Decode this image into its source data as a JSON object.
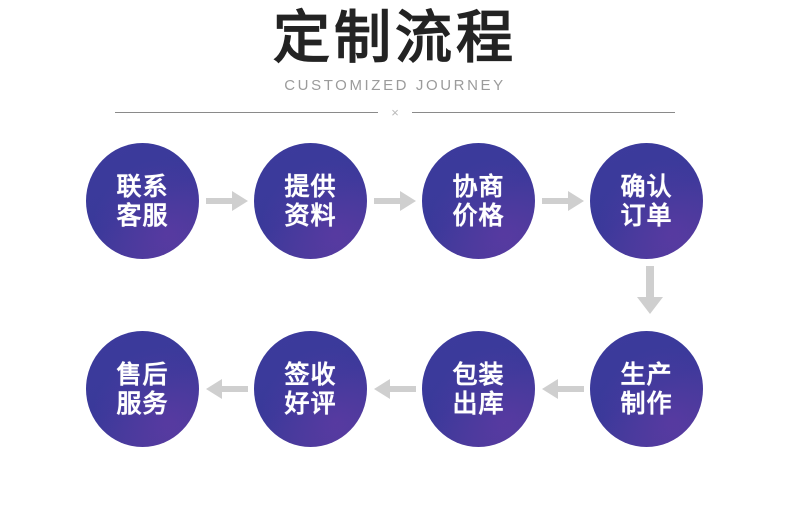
{
  "header": {
    "title": "定制流程",
    "subtitle": "CUSTOMIZED JOURNEY",
    "divider_mark": "×"
  },
  "colors": {
    "node_fill": "#3b3a98",
    "node_fill_accent": "#4b3a9b",
    "arrow": "#cfcfcf",
    "title": "#232323",
    "subtitle": "#9b9b9b",
    "divider_line": "#8a8a8a",
    "background": "#ffffff"
  },
  "flow": {
    "row1": [
      {
        "id": "contact-support",
        "line1": "联系",
        "line2": "客服"
      },
      {
        "id": "provide-materials",
        "line1": "提供",
        "line2": "资料"
      },
      {
        "id": "negotiate-price",
        "line1": "协商",
        "line2": "价格"
      },
      {
        "id": "confirm-order",
        "line1": "确认",
        "line2": "订单"
      }
    ],
    "row2": [
      {
        "id": "production",
        "line1": "生产",
        "line2": "制作"
      },
      {
        "id": "packing-shipping",
        "line1": "包装",
        "line2": "出库"
      },
      {
        "id": "receipt-review",
        "line1": "签收",
        "line2": "好评"
      },
      {
        "id": "after-sales",
        "line1": "售后",
        "line2": "服务"
      }
    ],
    "connectors": [
      {
        "id": "arrow-1",
        "direction": "right"
      },
      {
        "id": "arrow-2",
        "direction": "right"
      },
      {
        "id": "arrow-3",
        "direction": "right"
      },
      {
        "id": "arrow-4",
        "direction": "down"
      },
      {
        "id": "arrow-5",
        "direction": "left"
      },
      {
        "id": "arrow-6",
        "direction": "left"
      },
      {
        "id": "arrow-7",
        "direction": "left"
      }
    ]
  }
}
